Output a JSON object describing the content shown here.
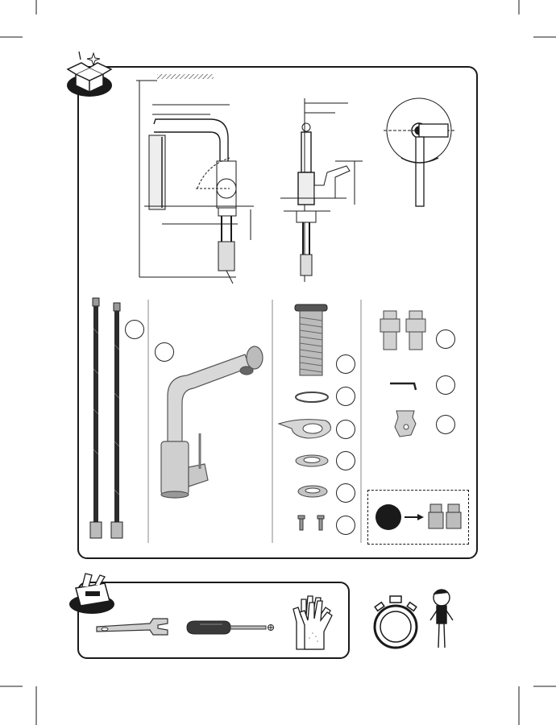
{
  "colors": {
    "ink": "#1a1a1a",
    "steel": "#d0d0d0",
    "steel_dark": "#8a8a8a",
    "hose": "#3a3a3a",
    "page": "#ffffff"
  },
  "icons": {
    "box_badge": "open-box-icon",
    "toolbox_badge": "toolbox-icon",
    "wrench": "adjustable-wrench-icon",
    "screwdriver": "phillips-screwdriver-icon",
    "gloves": "gloves-icon",
    "timer": "stopwatch-icon",
    "person": "installer-figure-icon"
  },
  "parts": {
    "flexible_hoses_qty": 2,
    "screws_qty": 2,
    "connectors_qty": 2
  }
}
